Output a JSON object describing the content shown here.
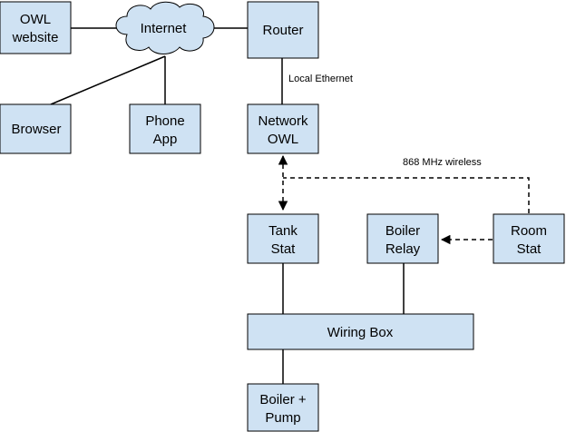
{
  "nodes": {
    "owl_website": {
      "line1": "OWL",
      "line2": "website"
    },
    "internet": {
      "label": "Internet"
    },
    "router": {
      "label": "Router"
    },
    "browser": {
      "label": "Browser"
    },
    "phone_app": {
      "line1": "Phone",
      "line2": "App"
    },
    "network_owl": {
      "line1": "Network",
      "line2": "OWL"
    },
    "tank_stat": {
      "line1": "Tank",
      "line2": "Stat"
    },
    "boiler_relay": {
      "line1": "Boiler",
      "line2": "Relay"
    },
    "room_stat": {
      "line1": "Room",
      "line2": "Stat"
    },
    "wiring_box": {
      "label": "Wiring Box"
    },
    "boiler_pump": {
      "line1": "Boiler +",
      "line2": "Pump"
    }
  },
  "edge_labels": {
    "local_ethernet": "Local Ethernet",
    "wireless": "868 MHz wireless"
  },
  "colors": {
    "node_fill": "#cfe2f3",
    "stroke": "#000000"
  }
}
